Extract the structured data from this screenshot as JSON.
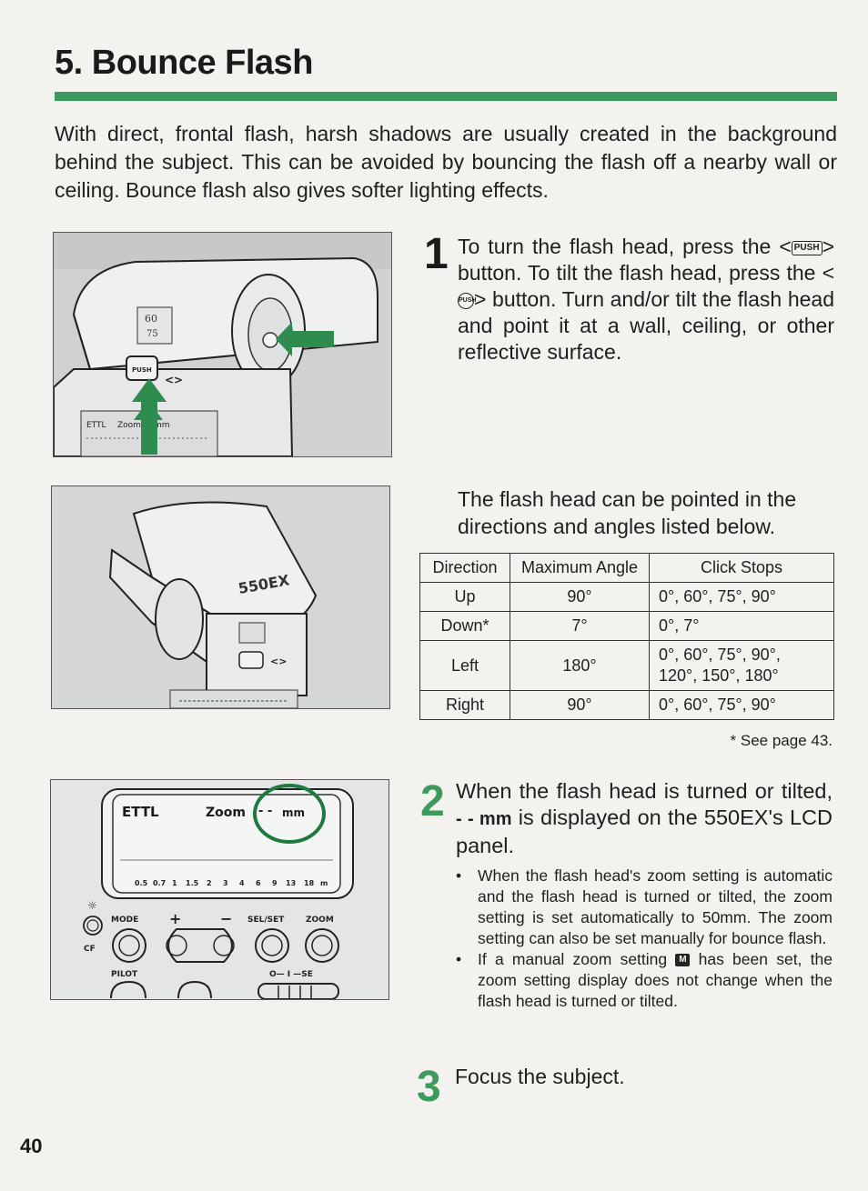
{
  "page": {
    "title": "5. Bounce Flash",
    "intro": "With direct, frontal flash, harsh shadows are usually created in the background behind the subject. This can be avoided by bouncing the flash off a nearby wall or ceiling. Bounce flash also gives softer lighting effects.",
    "page_number": "40",
    "accent_color": "#3e9a5c"
  },
  "step1": {
    "number": "1",
    "part1": "To turn the flash head, press the <",
    "push_label": "PUSH",
    "part2": "> button. To tilt the flash head, press the <",
    "circle_label": "PUSH",
    "part3": "> button. Turn and/or tilt the flash head and point it at a wall, ceiling, or other reflective surface."
  },
  "directions": {
    "text": "The flash head can be pointed in the directions and angles listed below.",
    "headers": [
      "Direction",
      "Maximum Angle",
      "Click Stops"
    ],
    "rows": [
      [
        "Up",
        "90°",
        "0°, 60°, 75°, 90°"
      ],
      [
        "Down*",
        "7°",
        "0°, 7°"
      ],
      [
        "Left",
        "180°",
        "0°, 60°, 75°, 90°,",
        "120°, 150°, 180°"
      ],
      [
        "Right",
        "90°",
        "0°, 60°, 75°, 90°"
      ]
    ],
    "footnote": "* See page 43."
  },
  "step2": {
    "number": "2",
    "part1": "When the flash head is turned or tilted,",
    "mm_symbol": "- - mm",
    "part2": "is displayed on the 550EX's LCD panel.",
    "bullet1": "When the flash head's zoom setting is automatic and the flash head is turned or tilted, the zoom setting is set automatically to 50mm. The zoom setting can also be set manually for bounce flash.",
    "bullet2_part1": "If a manual zoom setting",
    "m_icon": "M",
    "bullet2_part2": "has been set, the zoom setting display does not change when the flash head is turned or tilted."
  },
  "step3": {
    "number": "3",
    "text": "Focus the subject."
  },
  "figures": {
    "fig1": {
      "labels": [
        "60",
        "75",
        "PUSH",
        "<>",
        "ETTL",
        "Zoom",
        "mm"
      ]
    },
    "fig2": {
      "labels": [
        "550EX",
        "<>"
      ]
    },
    "lcd": {
      "ettl": "ETTL",
      "zoom": "Zoom",
      "dashes": "- -",
      "mm": "mm",
      "scale": [
        "0.5",
        "0.7",
        "1",
        "1.5",
        "2",
        "3",
        "4",
        "6",
        "9",
        "13",
        "18",
        "m"
      ],
      "mode": "MODE",
      "plus": "+",
      "minus": "−",
      "selset": "SEL/SET",
      "zoom_btn": "ZOOM",
      "cf": "CF",
      "pilot": "PILOT",
      "onoff": "O— I —SE"
    }
  }
}
